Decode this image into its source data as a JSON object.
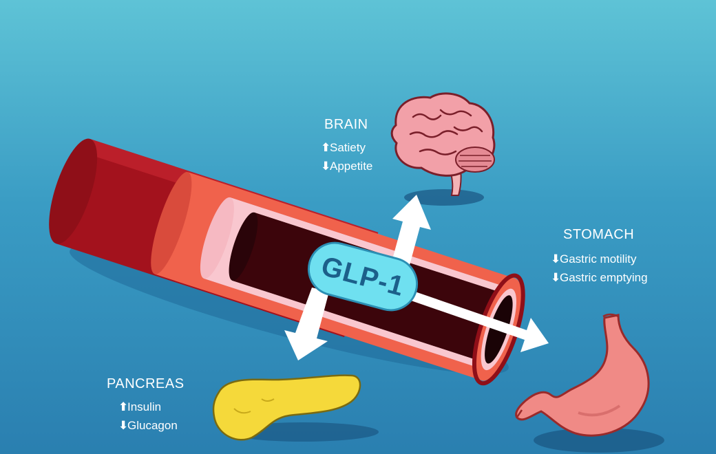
{
  "glp_label": "GLP-1",
  "brain": {
    "title": "BRAIN",
    "effects": [
      {
        "direction": "up",
        "symbol": "⬆",
        "text": "Satiety"
      },
      {
        "direction": "down",
        "symbol": "⬇",
        "text": "Appetite"
      }
    ]
  },
  "stomach": {
    "title": "STOMACH",
    "effects": [
      {
        "direction": "down",
        "symbol": "⬇",
        "text": "Gastric motility"
      },
      {
        "direction": "down",
        "symbol": "⬇",
        "text": "Gastric emptying"
      }
    ]
  },
  "pancreas": {
    "title": "PANCREAS",
    "effects": [
      {
        "direction": "up",
        "symbol": "⬆",
        "text": "Insulin"
      },
      {
        "direction": "down",
        "symbol": "⬇",
        "text": "Glucagon"
      }
    ]
  },
  "colors": {
    "background_top": "#5ec3d6",
    "background_bottom": "#2a7fb0",
    "vessel_outer": "#a3121d",
    "vessel_wall": "#f0624c",
    "glp_badge": "#6fe0f0",
    "glp_text": "#1c5f8a",
    "pancreas": "#f5d93a",
    "stomach": "#f08a86",
    "brain": "#f2a0a8"
  }
}
